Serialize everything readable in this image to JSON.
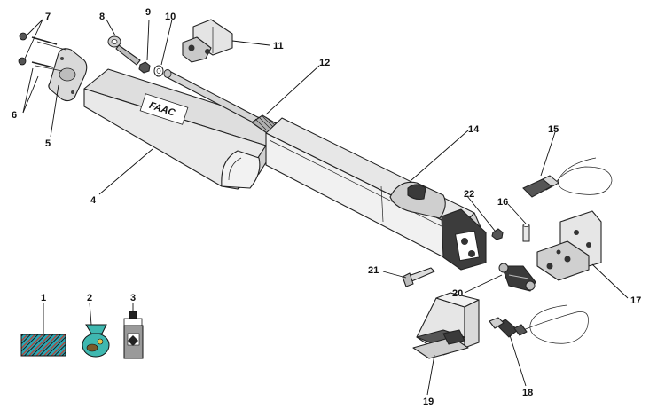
{
  "callouts": [
    {
      "id": "1",
      "label": "1"
    },
    {
      "id": "2",
      "label": "2"
    },
    {
      "id": "3",
      "label": "3"
    },
    {
      "id": "4",
      "label": "4"
    },
    {
      "id": "5",
      "label": "5"
    },
    {
      "id": "6",
      "label": "6"
    },
    {
      "id": "7",
      "label": "7"
    },
    {
      "id": "8",
      "label": "8"
    },
    {
      "id": "9",
      "label": "9"
    },
    {
      "id": "10",
      "label": "10"
    },
    {
      "id": "11",
      "label": "11"
    },
    {
      "id": "12",
      "label": "12"
    },
    {
      "id": "14",
      "label": "14"
    },
    {
      "id": "15",
      "label": "15"
    },
    {
      "id": "16",
      "label": "16"
    },
    {
      "id": "17",
      "label": "17"
    },
    {
      "id": "18",
      "label": "18"
    },
    {
      "id": "19",
      "label": "19"
    },
    {
      "id": "20",
      "label": "20"
    },
    {
      "id": "21",
      "label": "21"
    },
    {
      "id": "22",
      "label": "22"
    }
  ],
  "brand_logo_text": "FAAC",
  "colors": {
    "cover": "#e6e6e6",
    "body": "#ececec",
    "dark": "#333333",
    "cloth_teal": "#2aa6b3",
    "cloth_red": "#c0392b",
    "bag_teal": "#3fb8b0",
    "bottle_gray": "#9a9a9a"
  }
}
